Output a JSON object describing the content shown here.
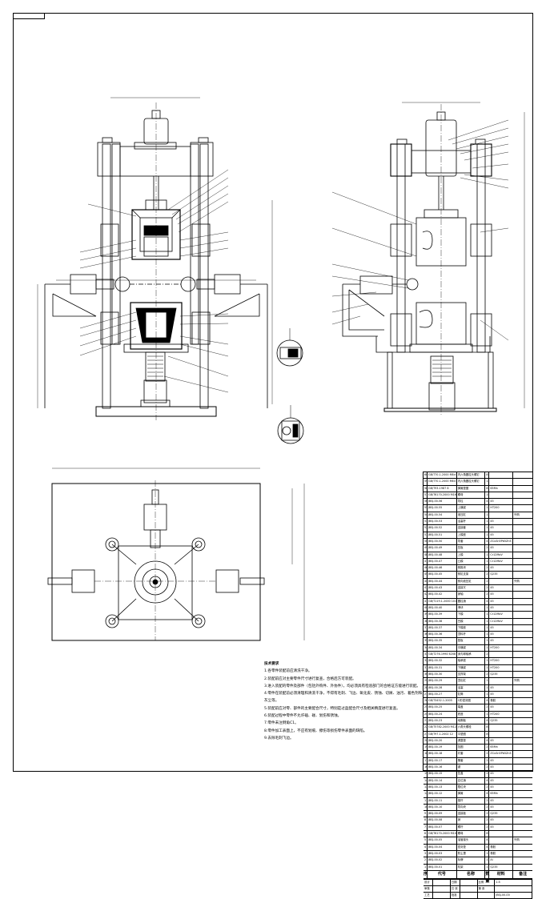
{
  "drawing": {
    "type": "mechanical assembly drawing",
    "views": [
      "front-view",
      "side-view",
      "top-view",
      "detail-a",
      "detail-b"
    ]
  },
  "notes": {
    "title": "技术要求",
    "lines": [
      "1.各零件装配前应清洗干净。",
      "2.装配前应对主要零件尺寸进行复查，合格后方可装配。",
      "3.进入装配的零件及部件（包括外购件、外协件），均必须具有检验部门的合格证方能进行装配。",
      "4.零件在装配前必须清理和清洗干净，不得有毛刺、飞边、氧化皮、锈蚀、切屑、油污、着色剂和灰尘等。",
      "5.装配前应对零、部件的主要配合尺寸，特别是过盈配合尺寸及相关精度进行复查。",
      "6.装配过程中零件不允许磕、碰、划伤和锈蚀。",
      "7.零件未注倒角C1。",
      "8.零件加工表面上，不应有划痕、擦伤等损伤零件表面的缺陷。",
      "9.去除毛刺飞边。"
    ]
  },
  "bom": {
    "header": [
      "序",
      "代号",
      "名称",
      "数量",
      "材料",
      "备注"
    ],
    "rows": [
      [
        "60",
        "GB/T70.1-2000 M8×20",
        "内六角圆柱头螺钉",
        "8",
        "",
        ""
      ],
      [
        "59",
        "GB/T70.1-2000 M6×16",
        "内六角圆柱头螺钉",
        "12",
        "",
        ""
      ],
      [
        "58",
        "GB/T93-1987 8",
        "弹簧垫圈",
        "8",
        "65Mn",
        ""
      ],
      [
        "57",
        "GB/T6170-2000 M16",
        "螺母",
        "16",
        "",
        ""
      ],
      [
        "56",
        "JBSJ-00-56",
        "导柱",
        "4",
        "45",
        ""
      ],
      [
        "55",
        "JBSJ-00-55",
        "上横梁",
        "1",
        "HT200",
        ""
      ],
      [
        "54",
        "JBSJ-00-54",
        "液压缸",
        "1",
        "",
        "外购"
      ],
      [
        "53",
        "JBSJ-00-53",
        "活塞杆",
        "1",
        "45",
        ""
      ],
      [
        "52",
        "JBSJ-00-52",
        "连接套",
        "1",
        "45",
        ""
      ],
      [
        "51",
        "JBSJ-00-51",
        "上模座",
        "1",
        "45",
        ""
      ],
      [
        "50",
        "JBSJ-00-50",
        "导套",
        "4",
        "ZCuSn5Pb5Zn5",
        ""
      ],
      [
        "49",
        "JBSJ-00-49",
        "压板",
        "2",
        "45",
        ""
      ],
      [
        "48",
        "JBSJ-00-48",
        "上模",
        "1",
        "Cr12MoV",
        ""
      ],
      [
        "47",
        "JBSJ-00-47",
        "凸模",
        "1",
        "Cr12MoV",
        ""
      ],
      [
        "46",
        "JBSJ-00-46",
        "侧推块",
        "2",
        "45",
        ""
      ],
      [
        "45",
        "JBSJ-00-45",
        "侧缸支架",
        "2",
        "Q235",
        ""
      ],
      [
        "44",
        "JBSJ-00-44",
        "侧向液压缸",
        "2",
        "",
        "外购"
      ],
      [
        "43",
        "JBSJ-00-43",
        "连接叉",
        "2",
        "45",
        ""
      ],
      [
        "42",
        "JBSJ-00-42",
        "销轴",
        "2",
        "45",
        ""
      ],
      [
        "41",
        "GB/T119.1-2000 10×40",
        "圆柱销",
        "4",
        "45",
        ""
      ],
      [
        "40",
        "JBSJ-00-40",
        "滑块",
        "1",
        "45",
        ""
      ],
      [
        "39",
        "JBSJ-00-39",
        "下模",
        "1",
        "Cr12MoV",
        ""
      ],
      [
        "38",
        "JBSJ-00-38",
        "凹模",
        "1",
        "Cr12MoV",
        ""
      ],
      [
        "37",
        "JBSJ-00-37",
        "下模座",
        "1",
        "45",
        ""
      ],
      [
        "36",
        "JBSJ-00-36",
        "顶料杆",
        "1",
        "45",
        ""
      ],
      [
        "35",
        "JBSJ-00-35",
        "垫板",
        "1",
        "45",
        ""
      ],
      [
        "34",
        "JBSJ-00-34",
        "中横梁",
        "1",
        "HT200",
        ""
      ],
      [
        "33",
        "GB/T276-1994 6208",
        "深沟球轴承",
        "2",
        "",
        ""
      ],
      [
        "32",
        "JBSJ-00-32",
        "轴承座",
        "1",
        "HT200",
        ""
      ],
      [
        "31",
        "JBSJ-00-31",
        "下横梁",
        "1",
        "HT200",
        ""
      ],
      [
        "30",
        "JBSJ-00-30",
        "支撑架",
        "2",
        "Q235",
        ""
      ],
      [
        "29",
        "JBSJ-00-29",
        "顶出缸",
        "1",
        "",
        "外购"
      ],
      [
        "28",
        "JBSJ-00-28",
        "活塞",
        "1",
        "45",
        ""
      ],
      [
        "27",
        "JBSJ-00-27",
        "缸筒",
        "1",
        "45",
        ""
      ],
      [
        "26",
        "GB/T3452.1-2005",
        "O形密封圈",
        "4",
        "橡胶",
        ""
      ],
      [
        "25",
        "JBSJ-00-25",
        "端盖",
        "2",
        "45",
        ""
      ],
      [
        "24",
        "JBSJ-00-24",
        "底座",
        "1",
        "HT200",
        ""
      ],
      [
        "23",
        "JBSJ-00-23",
        "地脚板",
        "4",
        "Q235",
        ""
      ],
      [
        "22",
        "GB/T5782-2000 M12×40",
        "六角头螺栓",
        "8",
        "",
        ""
      ],
      [
        "21",
        "GB/T97.1-2002 12",
        "平垫圈",
        "8",
        "",
        ""
      ],
      [
        "20",
        "JBSJ-00-20",
        "调整垫",
        "4",
        "45",
        ""
      ],
      [
        "19",
        "JBSJ-00-19",
        "挡圈",
        "2",
        "65Mn",
        ""
      ],
      [
        "18",
        "JBSJ-00-18",
        "衬套",
        "2",
        "ZCuSn5Pb5Zn5",
        ""
      ],
      [
        "17",
        "JBSJ-00-17",
        "隔套",
        "2",
        "45",
        ""
      ],
      [
        "16",
        "JBSJ-00-16",
        "键",
        "2",
        "45",
        ""
      ],
      [
        "15",
        "JBSJ-00-15",
        "压盖",
        "2",
        "45",
        ""
      ],
      [
        "14",
        "JBSJ-00-14",
        "定位销",
        "4",
        "45",
        ""
      ],
      [
        "13",
        "JBSJ-00-13",
        "限位块",
        "2",
        "45",
        ""
      ],
      [
        "12",
        "JBSJ-00-12",
        "弹簧",
        "4",
        "65Mn",
        ""
      ],
      [
        "11",
        "JBSJ-00-11",
        "推杆",
        "2",
        "45",
        ""
      ],
      [
        "10",
        "JBSJ-00-10",
        "导向块",
        "2",
        "45",
        ""
      ],
      [
        "9",
        "JBSJ-00-09",
        "连接板",
        "2",
        "Q235",
        ""
      ],
      [
        "8",
        "JBSJ-00-08",
        "销",
        "2",
        "45",
        ""
      ],
      [
        "7",
        "JBSJ-00-07",
        "螺杆",
        "2",
        "45",
        ""
      ],
      [
        "6",
        "GB/T6170-2000 M10",
        "螺母",
        "8",
        "",
        ""
      ],
      [
        "5",
        "JBSJ-00-05",
        "油管接头",
        "4",
        "",
        "外购"
      ],
      [
        "4",
        "JBSJ-00-04",
        "密封垫",
        "4",
        "橡胶",
        ""
      ],
      [
        "3",
        "JBSJ-00-03",
        "防尘罩",
        "1",
        "橡胶",
        ""
      ],
      [
        "2",
        "JBSJ-00-02",
        "标牌",
        "1",
        "Al",
        ""
      ],
      [
        "1",
        "JBSJ-00-01",
        "机架",
        "1",
        "Q235",
        ""
      ]
    ]
  },
  "title_block": {
    "rows": [
      [
        "设计",
        "",
        "日期",
        "",
        "比例",
        "1:5"
      ],
      [
        "审核",
        "",
        "共 张",
        "",
        "第 张",
        ""
      ],
      [
        "工艺",
        "",
        "批准",
        "",
        "",
        "JBSJ-00-00"
      ]
    ]
  }
}
